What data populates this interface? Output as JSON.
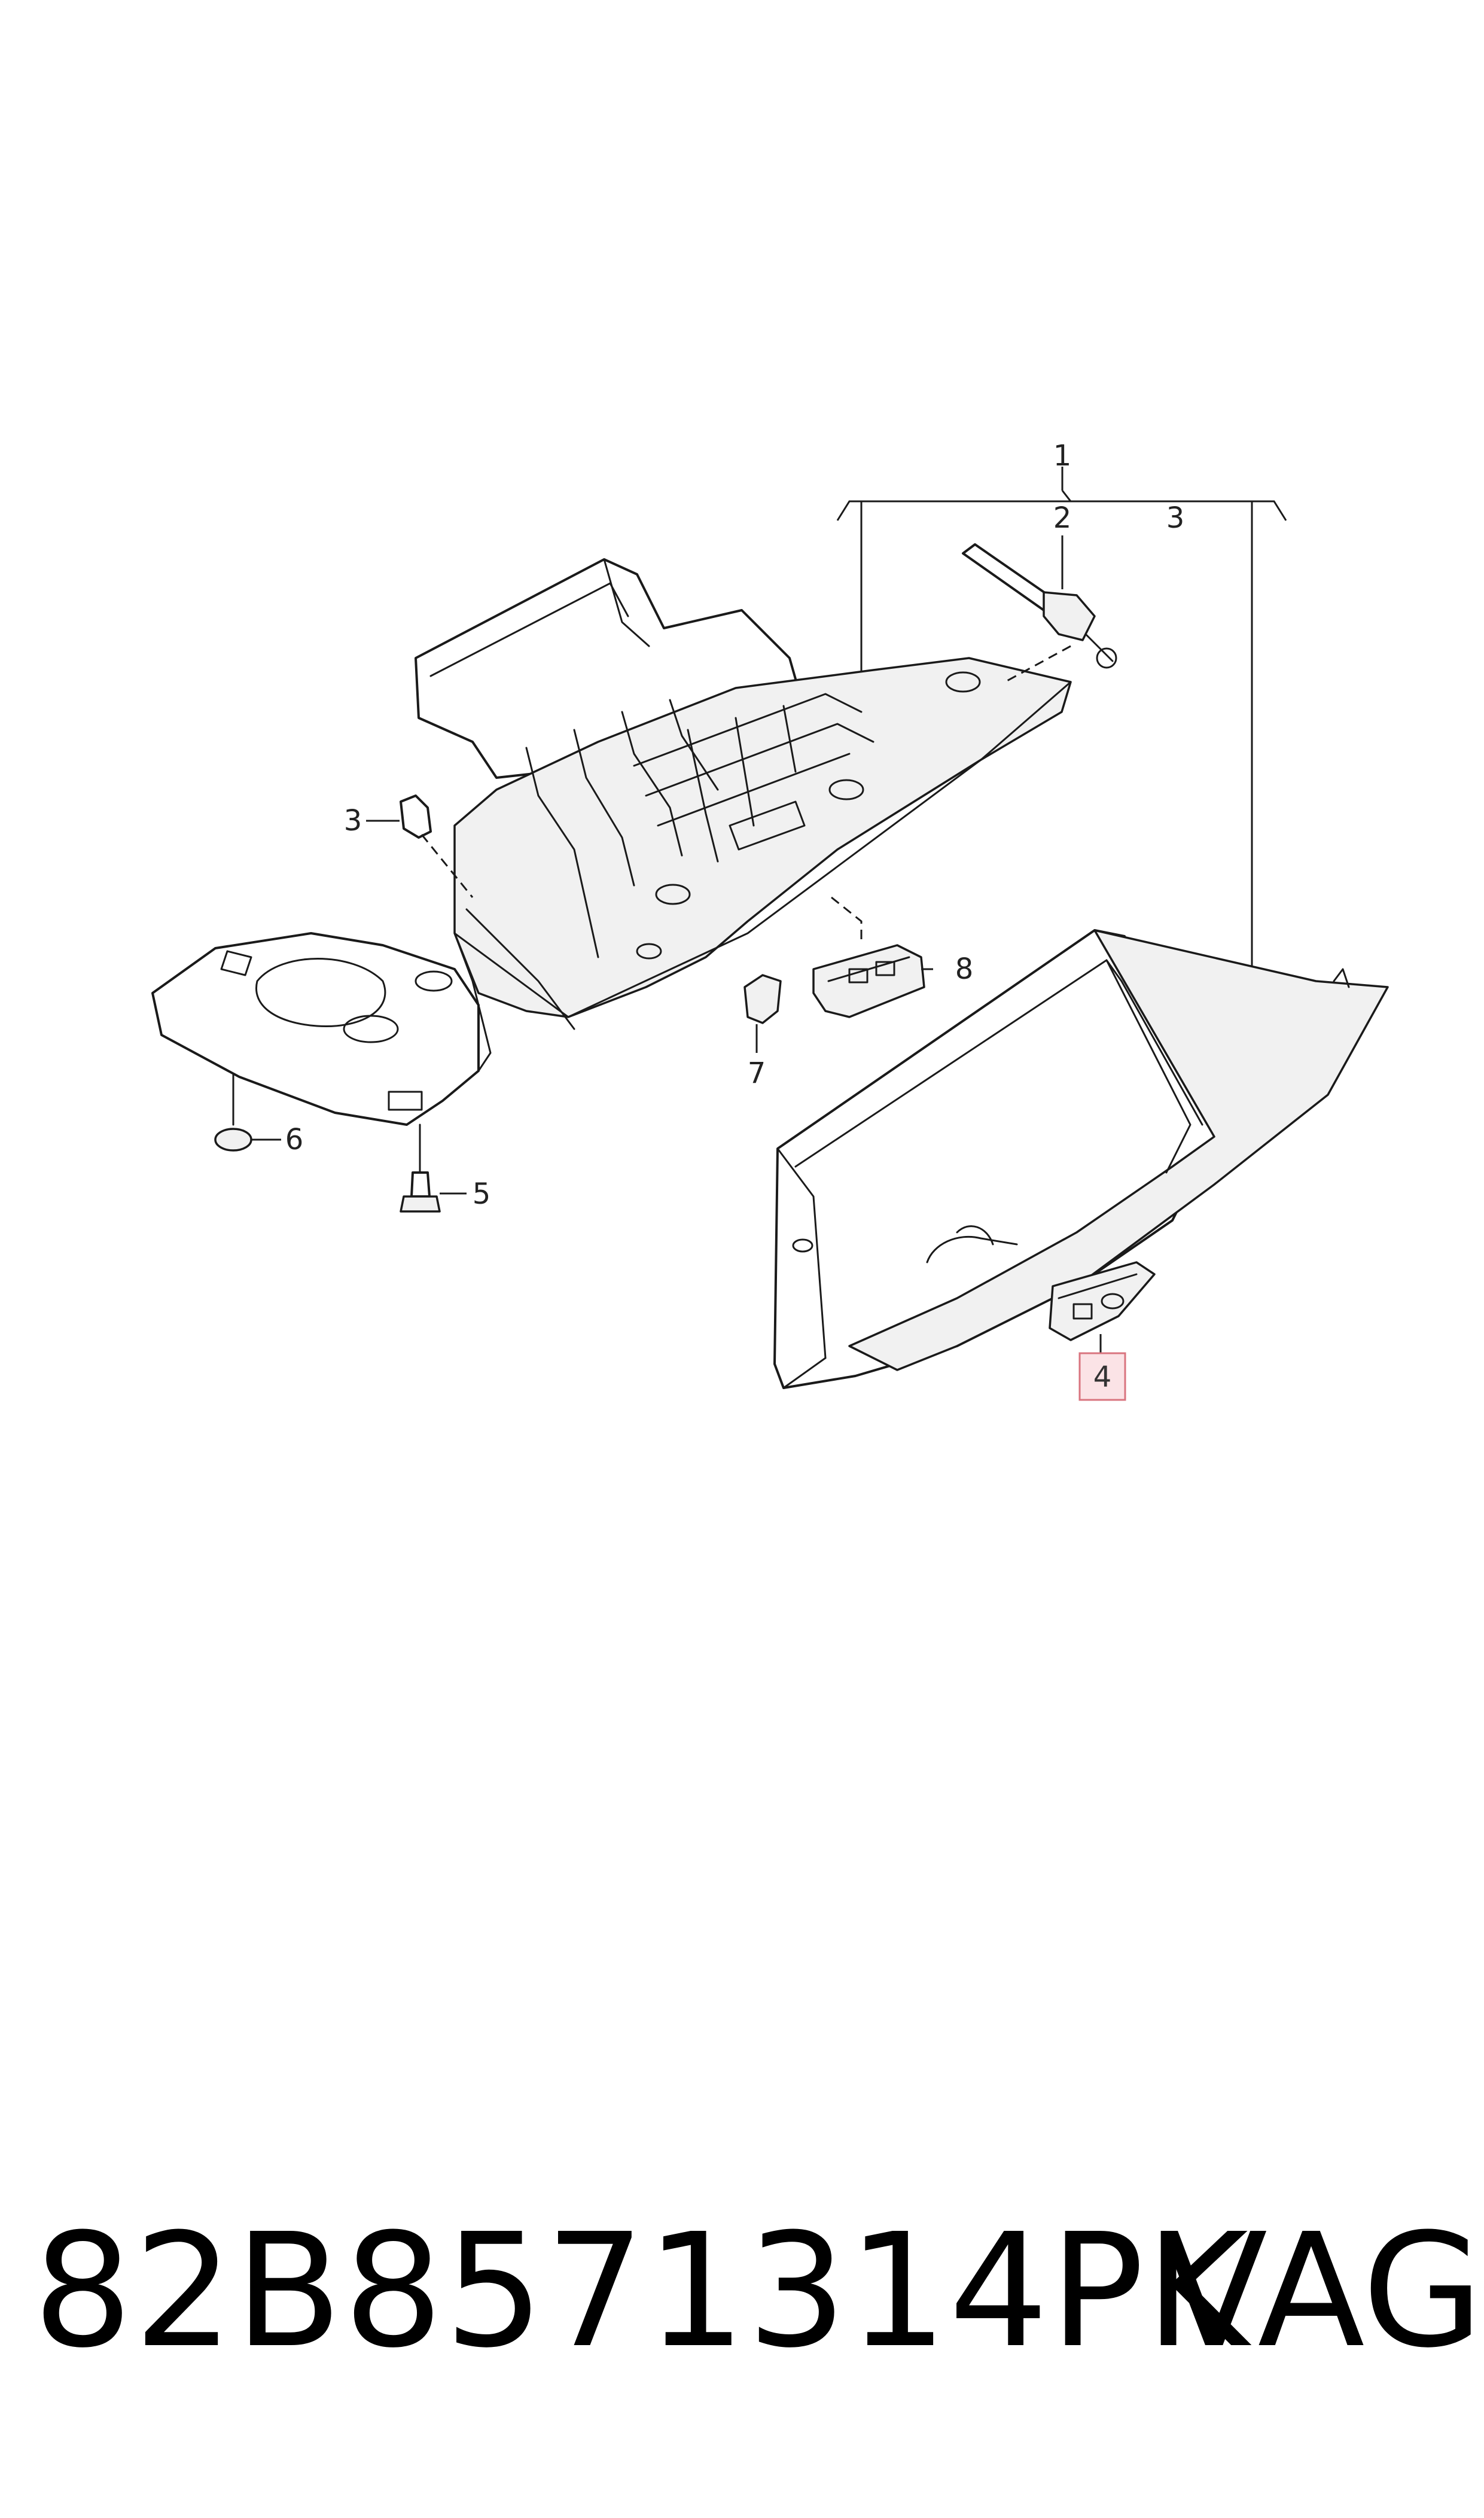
{
  "callouts": {
    "c1": "1",
    "c2": "2",
    "c3_top": "3",
    "c3_left": "3",
    "c4": "4",
    "c5": "5",
    "c6": "6",
    "c7": "7",
    "c8": "8"
  },
  "highlight_color": "#fbe3e6",
  "highlight_border": "#d9747f",
  "footer": {
    "part_number": "82B8571314PK",
    "brand": "VAG"
  }
}
